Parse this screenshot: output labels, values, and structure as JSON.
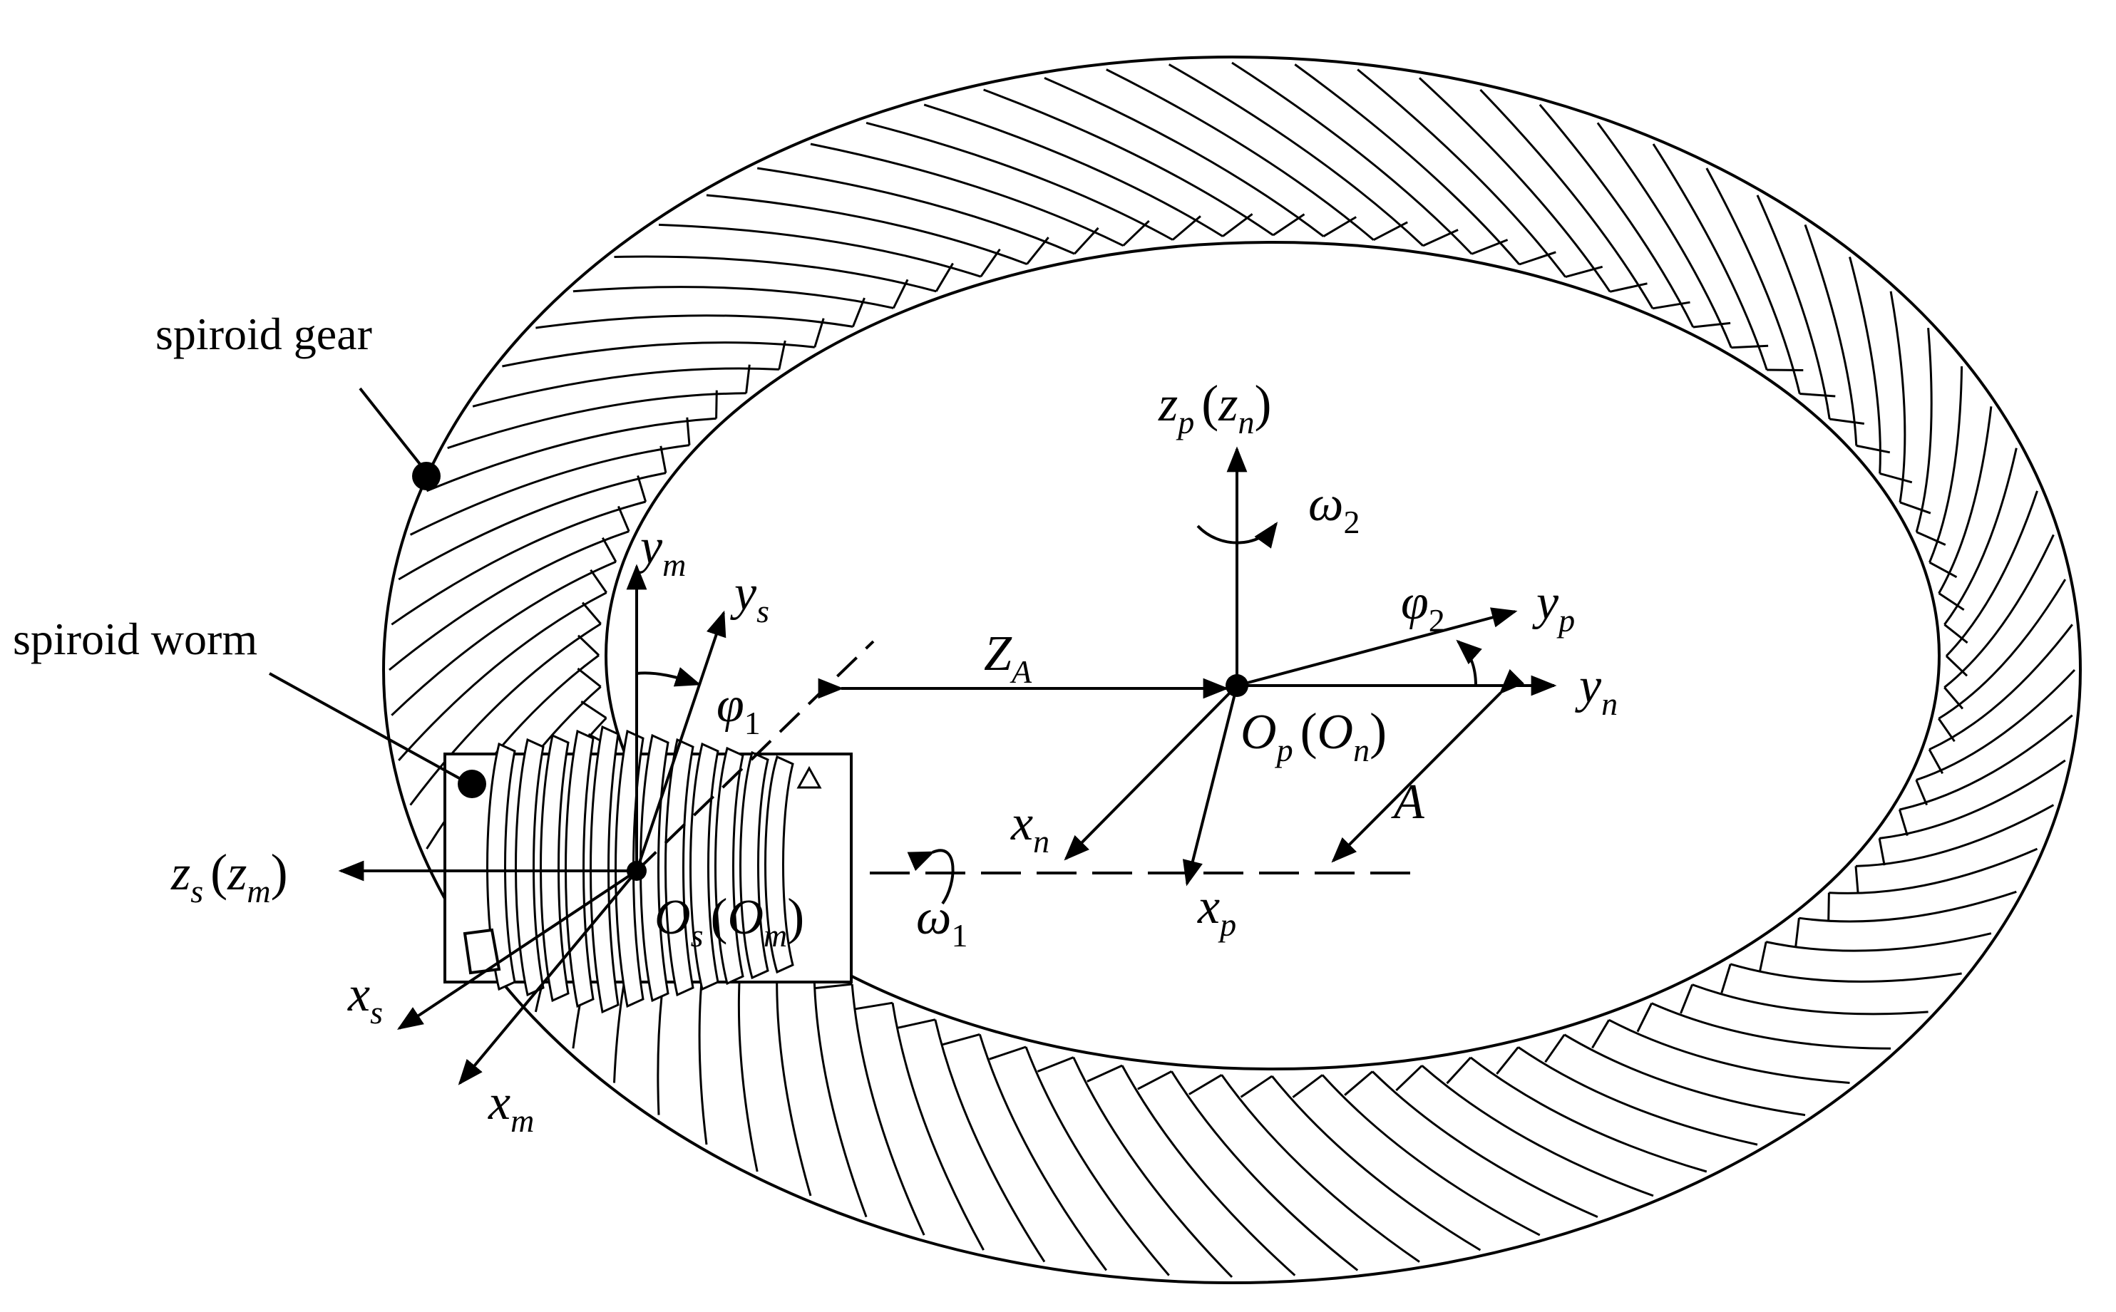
{
  "labels": {
    "gear": "spiroid gear",
    "worm": "spiroid worm",
    "zp": "z",
    "zp_sub": "p",
    "zn": "z",
    "zn_sub": "n",
    "omega2": "ω",
    "omega2_sub": "2",
    "ym": "y",
    "ym_sub": "m",
    "ys": "y",
    "ys_sub": "s",
    "phi1": "φ",
    "phi1_sub": "1",
    "phi2": "φ",
    "phi2_sub": "2",
    "yp": "y",
    "yp_sub": "p",
    "yn": "y",
    "yn_sub": "n",
    "ZA": "Z",
    "ZA_sub": "A",
    "Op": "O",
    "Op_sub": "p",
    "On": "O",
    "On_sub": "n",
    "A": "A",
    "xn": "x",
    "xn_sub": "n",
    "xp": "x",
    "xp_sub": "p",
    "zs": "z",
    "zs_sub": "s",
    "zm": "z",
    "zm_sub": "m",
    "Os": "O",
    "Os_sub": "s",
    "Om": "O",
    "Om_sub": "m",
    "omega1": "ω",
    "omega1_sub": "1",
    "xs": "x",
    "xs_sub": "s",
    "xm": "x",
    "xm_sub": "m",
    "lparen": "(",
    "rparen": ")"
  }
}
